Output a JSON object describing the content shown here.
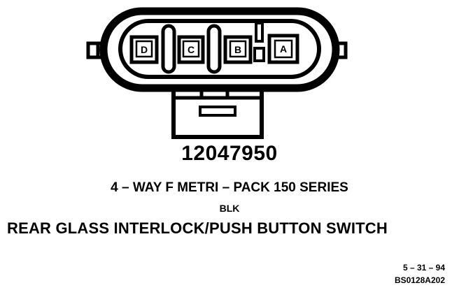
{
  "connector": {
    "pin_letters": [
      "D",
      "C",
      "B",
      "A"
    ],
    "part_number": "12047950",
    "connector_type": "4 – WAY F METRI – PACK 150 SERIES",
    "wire_color": "BLK",
    "application": "REAR GLASS INTERLOCK/PUSH BUTTON SWITCH"
  },
  "footer": {
    "date_code": "5 – 31 – 94",
    "figure_id": "BS0128A202"
  }
}
